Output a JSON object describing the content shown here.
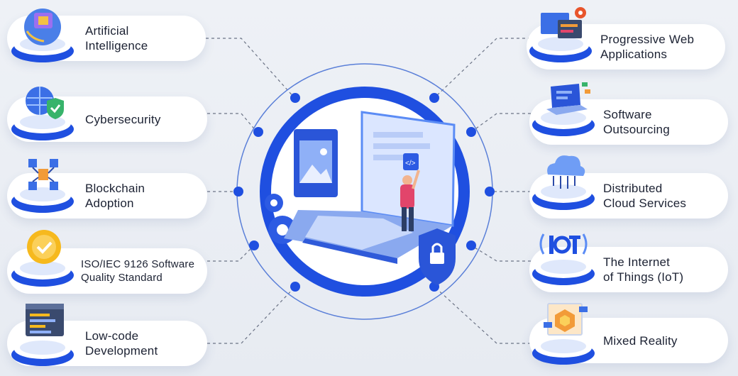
{
  "left_items": [
    {
      "id": "ai",
      "label": "Artificial\nIntelligence"
    },
    {
      "id": "cyber",
      "label": "Cybersecurity"
    },
    {
      "id": "blockchain",
      "label": "Blockchain\nAdoption"
    },
    {
      "id": "iso",
      "label": "ISO/IEC 9126 Software\nQuality Standard"
    },
    {
      "id": "lowcode",
      "label": "Low-code\nDevelopment"
    }
  ],
  "right_items": [
    {
      "id": "pwa",
      "label": "Progressive Web\nApplications"
    },
    {
      "id": "outsourcing",
      "label": "Software\nOutsourcing"
    },
    {
      "id": "cloud",
      "label": "Distributed\nCloud Services"
    },
    {
      "id": "iot",
      "label": "The Internet\nof Things (IoT)"
    },
    {
      "id": "mr",
      "label": "Mixed Reality"
    }
  ],
  "icons": {
    "ai": "ai-chip-icon",
    "cyber": "globe-shield-icon",
    "blockchain": "blockchain-blocks-icon",
    "iso": "quality-badge-icon",
    "lowcode": "code-window-icon",
    "pwa": "web-app-icon",
    "outsourcing": "laptop-code-icon",
    "cloud": "cloud-network-icon",
    "iot": "iot-signal-icon",
    "mr": "mixed-reality-icon",
    "hub": "laptop-developer-icon"
  },
  "colors": {
    "accent": "#1f4fe0",
    "accent_light": "#5b8cf5",
    "pill": "#ffffff",
    "text": "#1c2233",
    "connector": "#6c7486"
  },
  "center_badge_text": "</>"
}
